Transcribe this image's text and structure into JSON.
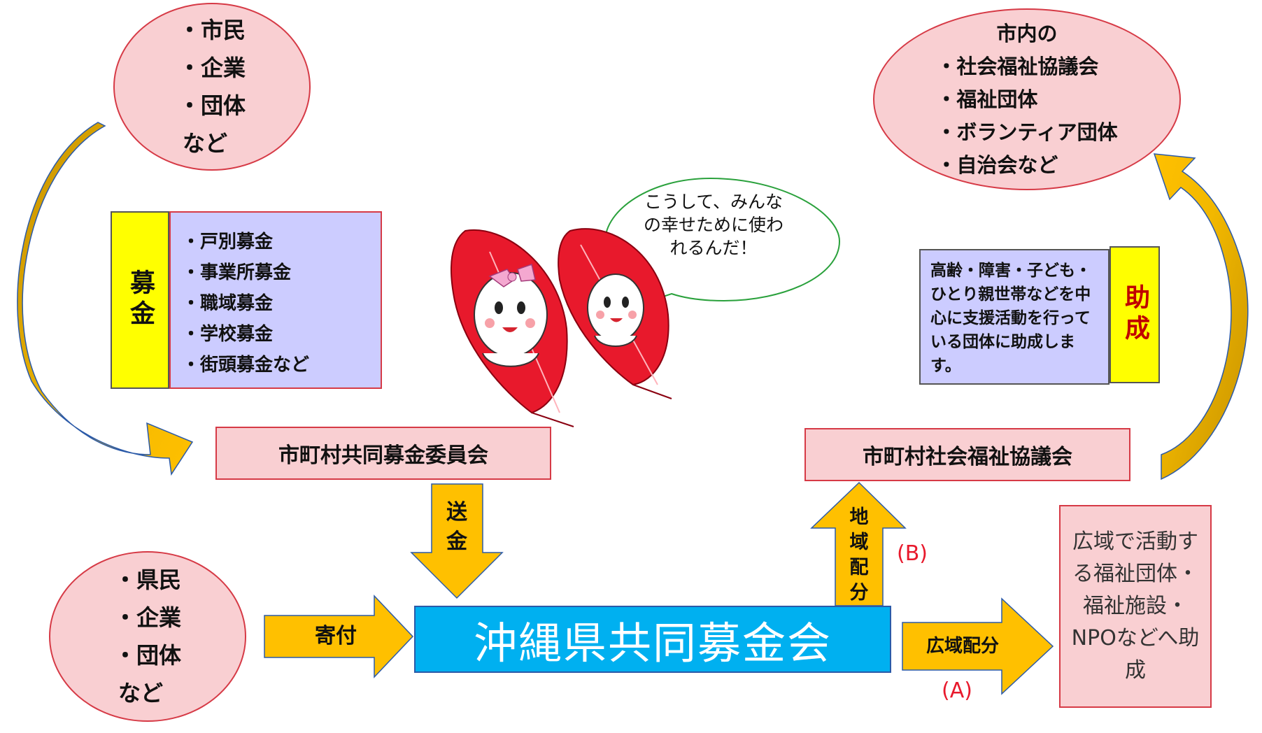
{
  "donors_top": {
    "items": [
      "・市民",
      "・企業",
      "・団体",
      "など"
    ]
  },
  "donors_bottom": {
    "items": [
      "・県民",
      "・企業",
      "・団体",
      "など"
    ]
  },
  "recipients_top": {
    "header": "市内の",
    "items": [
      "・社会福祉協議会",
      "・福祉団体",
      "・ボランティア団体",
      "・自治会など"
    ]
  },
  "fundraising": {
    "label": "募金",
    "methods": [
      "・戸別募金",
      "・事業所募金",
      "・職域募金",
      "・学校募金",
      "・街頭募金など"
    ]
  },
  "grant": {
    "label": "助成",
    "description": "高齢・障害・子ども・ひとり親世帯などを中心に支援活動を行っている団体に助成します。"
  },
  "speech_bubble": {
    "text": "こうして、みんなの幸せために使われるんだ！"
  },
  "municipal_committee": {
    "label": "市町村共同募金委員会"
  },
  "municipal_council": {
    "label": "市町村社会福祉協議会"
  },
  "central": {
    "label": "沖縄県共同募金会"
  },
  "arrows": {
    "remittance": "送金",
    "donation": "寄付",
    "regional_distribution": "地域配分",
    "wide_distribution": "広域配分",
    "marker_b": "(B)",
    "marker_a": "(A)"
  },
  "wide_area": {
    "text": "広域で活動する福祉団体・福祉施設・NPOなどへ助成"
  },
  "colors": {
    "pink_fill": "#f9cfd2",
    "red_border": "#d63a46",
    "yellow": "#ffff00",
    "lavender": "#ccccff",
    "central_blue": "#00b0f0",
    "arrow_gold": "#ffc000",
    "marker_red": "#e8192c"
  },
  "mascots": {
    "icon": "red-feather-mascots"
  }
}
